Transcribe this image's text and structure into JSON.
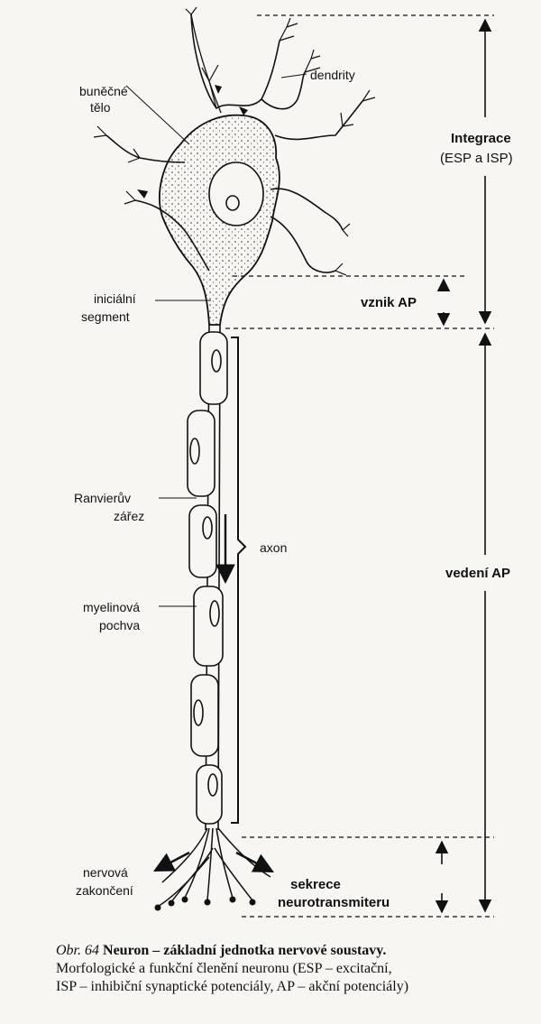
{
  "labels": {
    "cell_body_1": "buněčné",
    "cell_body_2": "tělo",
    "dendrites": "dendrity",
    "initial_segment_1": "iniciální",
    "initial_segment_2": "segment",
    "ranvier_1": "Ranvierův",
    "ranvier_2": "zářez",
    "axon": "axon",
    "myelin_1": "myelinová",
    "myelin_2": "pochva",
    "terminals_1": "nervová",
    "terminals_2": "zakončení"
  },
  "regions": {
    "integration": "Integrace",
    "integration_sub": "(ESP a ISP)",
    "ap_origin": "vznik AP",
    "ap_conduction": "vedení AP",
    "secretion_1": "sekrece",
    "secretion_2": "neurotransmiteru"
  },
  "caption": {
    "fig_no": "Obr. 64",
    "title": "Neuron – základní jednotka nervové soustavy.",
    "line2": "Morfologické a funkční členění neuronu (ESP – excitační,",
    "line3": "ISP – inhibiční synaptické potenciály, AP – akční potenciály)"
  },
  "colors": {
    "ink": "#111111",
    "paper": "#f7f6f2"
  }
}
